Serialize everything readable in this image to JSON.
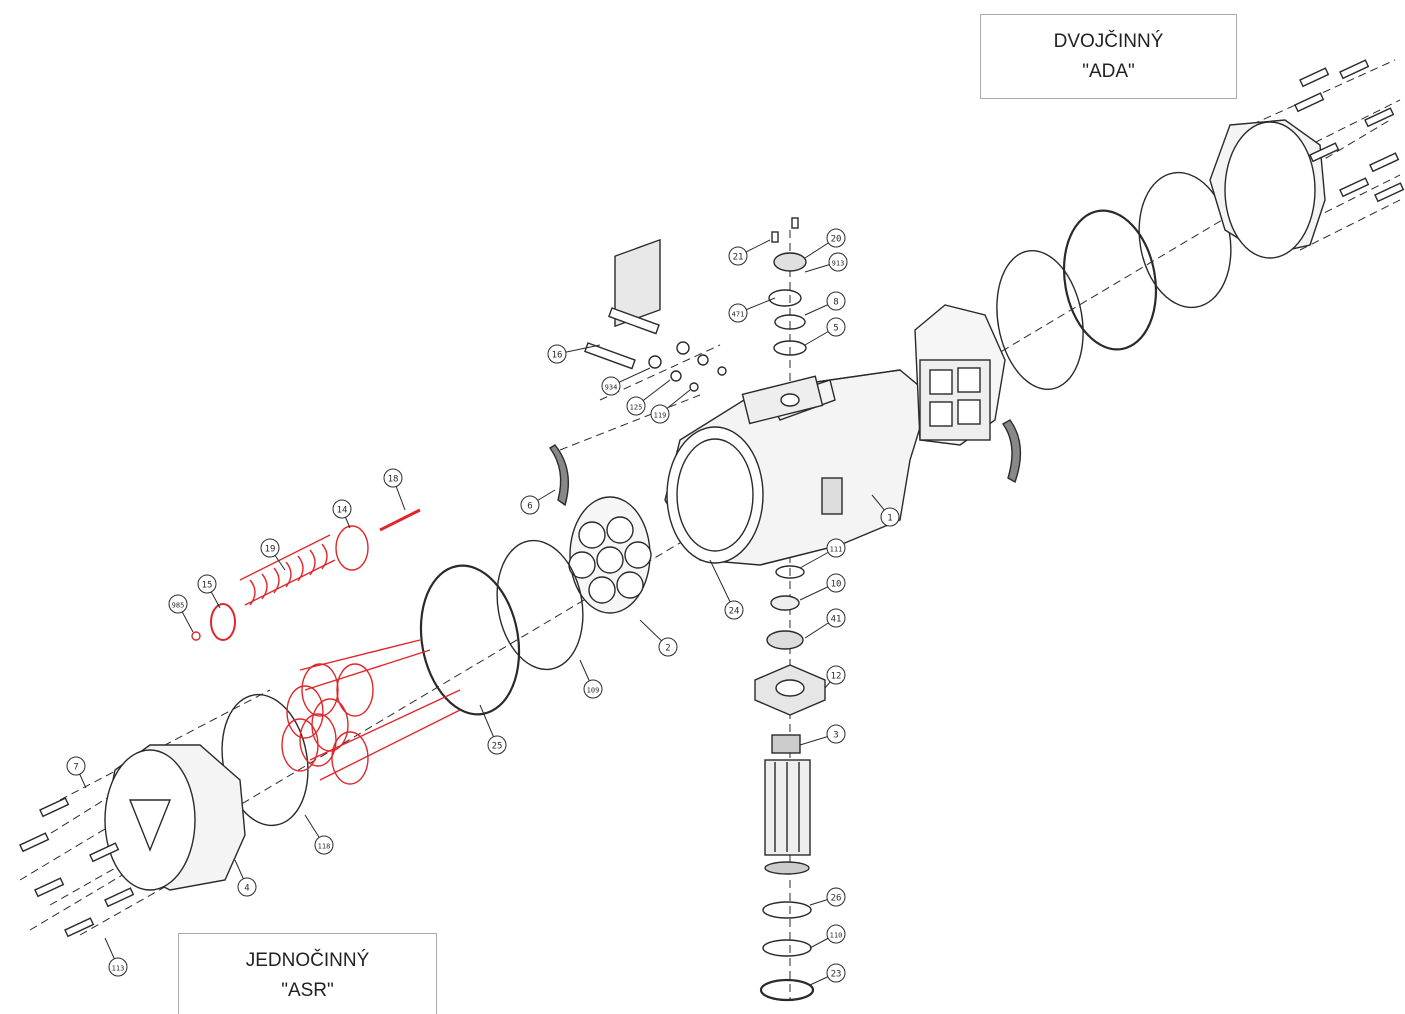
{
  "labels": {
    "double_acting": {
      "line1": "DVOJČINNÝ",
      "line2": "\"ADA\""
    },
    "single_acting": {
      "line1": "JEDNOČINNÝ",
      "line2": "\"ASR\""
    }
  },
  "colors": {
    "line": "#2a2a2a",
    "spring": "#e0262a",
    "box_border": "#aaaaaa"
  },
  "part_numbers": [
    "21",
    "20",
    "913",
    "471",
    "8",
    "5",
    "16",
    "934",
    "125",
    "119",
    "18",
    "14",
    "19",
    "985",
    "15",
    "6",
    "1",
    "111",
    "24",
    "10",
    "41",
    "2",
    "109",
    "12",
    "25",
    "3",
    "7",
    "118",
    "4",
    "113",
    "26",
    "110",
    "23"
  ]
}
